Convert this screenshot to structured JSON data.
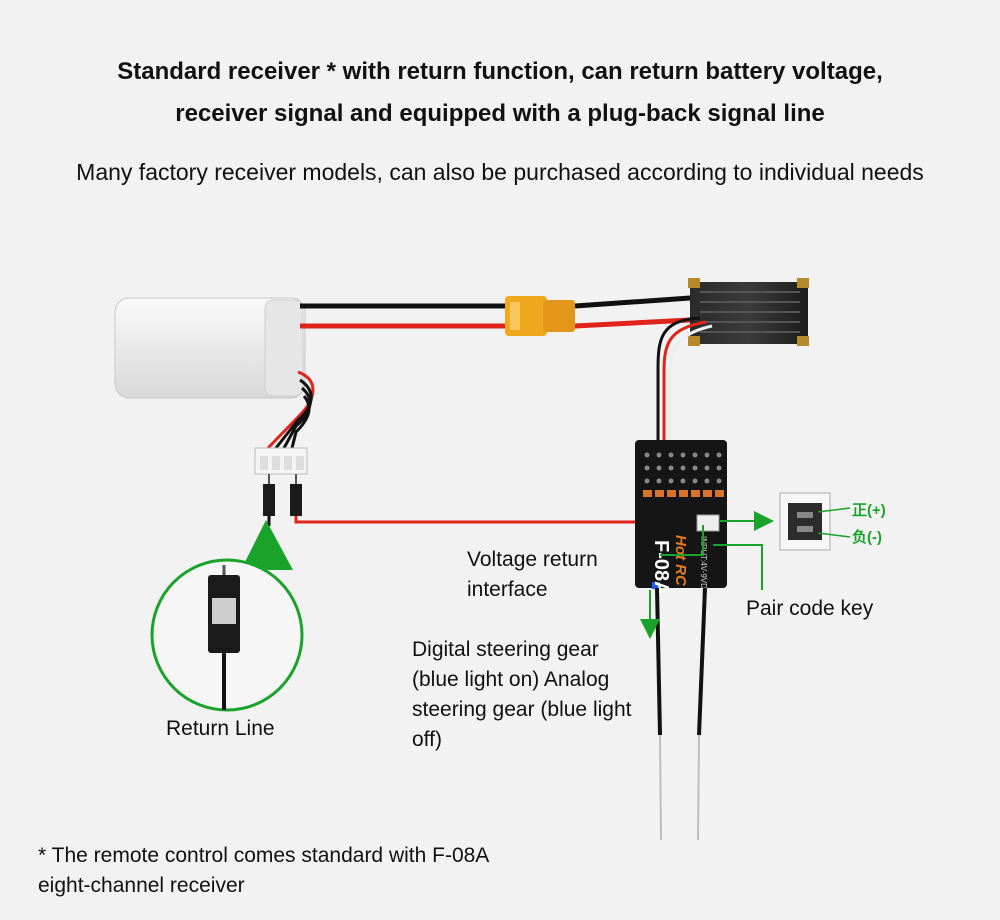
{
  "header": {
    "title_line1": "Standard receiver * with return function, can return battery voltage,",
    "title_line2": "receiver signal and equipped with a plug-back signal line",
    "subtitle": "Many factory receiver models, can also be purchased according to individual needs"
  },
  "labels": {
    "return_line": "Return Line",
    "voltage_return": [
      "Voltage return",
      "interface"
    ],
    "pair_code_key": "Pair code key",
    "steering": [
      "Digital steering gear",
      "(blue light on) Analog",
      "steering gear (blue light",
      "off)"
    ],
    "positive": "正(+)",
    "negative": "负(-)"
  },
  "receiver": {
    "model": "F-08A",
    "brand": "Hot RC",
    "input": "INPUT:4V-9VDC"
  },
  "footnote": [
    "* The remote control comes standard with F-08A",
    "eight-channel receiver"
  ],
  "colors": {
    "accent_green": "#1aa32a",
    "wire_red": "#e0241b",
    "connector_yellow": "#f0a81c"
  }
}
